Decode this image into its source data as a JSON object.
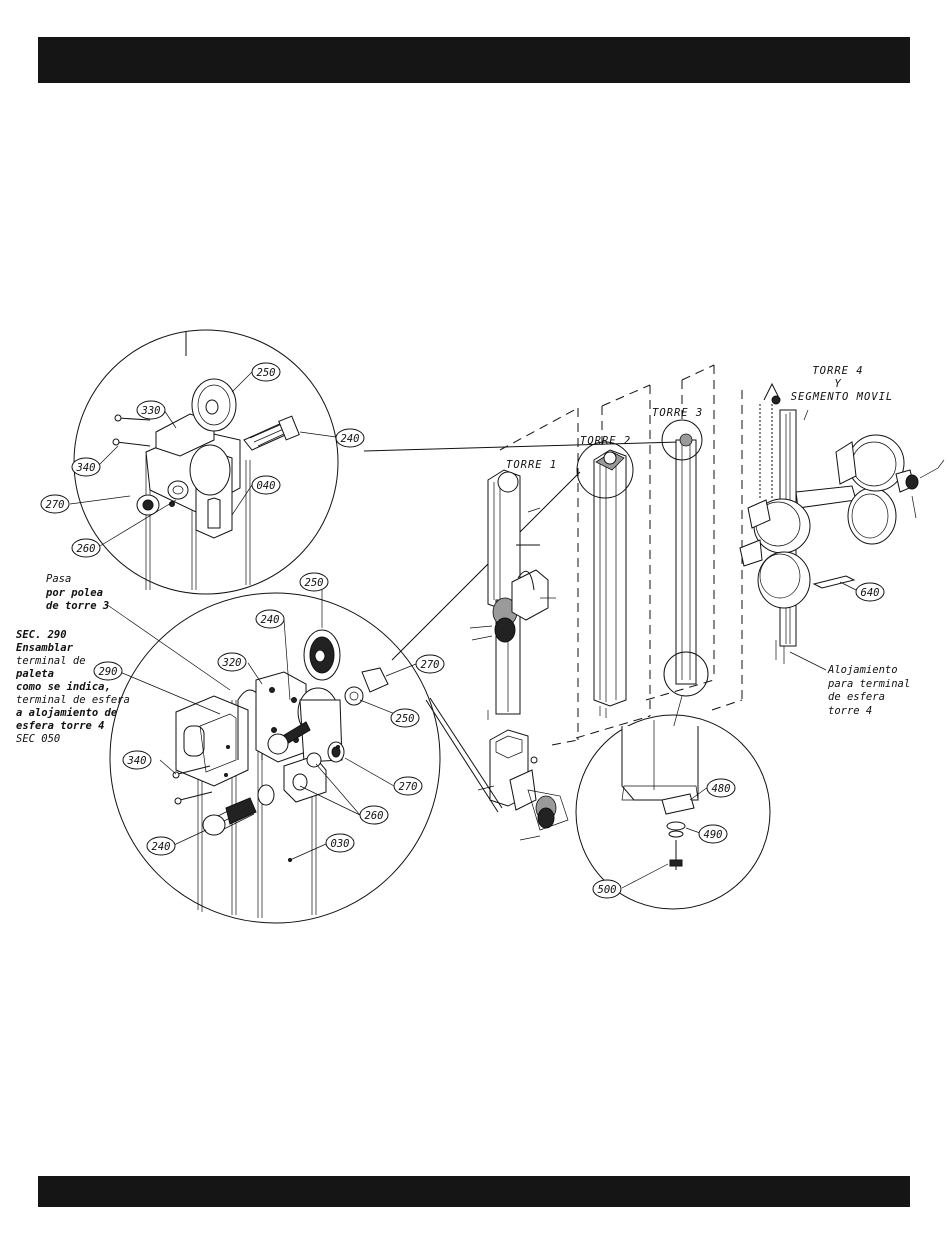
{
  "callouts": {
    "c250a": "250",
    "c330": "330",
    "c240a": "240",
    "c340a": "340",
    "c270a": "270",
    "c260a": "260",
    "c040": "040",
    "c250b": "250",
    "c240b": "240",
    "c320": "320",
    "c270b": "270",
    "c290": "290",
    "c250c": "250",
    "c340b": "340",
    "c270c": "270",
    "c260b": "260",
    "c240c": "240",
    "c030": "030",
    "c640": "640",
    "c480": "480",
    "c490": "490",
    "c500": "500"
  },
  "towers": {
    "t1": "TORRE 1",
    "t2": "TORRE 2",
    "t3": "TORRE 3",
    "t4_l1": "TORRE 4",
    "t4_l2": "Y",
    "t4_l3": "SEGMENTO MOVIL"
  },
  "notes": {
    "pasa": [
      "Pasa",
      "por polea",
      "de torre 3"
    ],
    "sec290": [
      "SEC. 290",
      "Ensamblar",
      "terminal de",
      "paleta",
      "como se indica,",
      "terminal de esfera",
      "a alojamiento de",
      "esfera torre 4",
      "SEC 050"
    ],
    "alojamiento": [
      "Alojamiento",
      "para terminal",
      "de esfera",
      "torre 4"
    ]
  }
}
